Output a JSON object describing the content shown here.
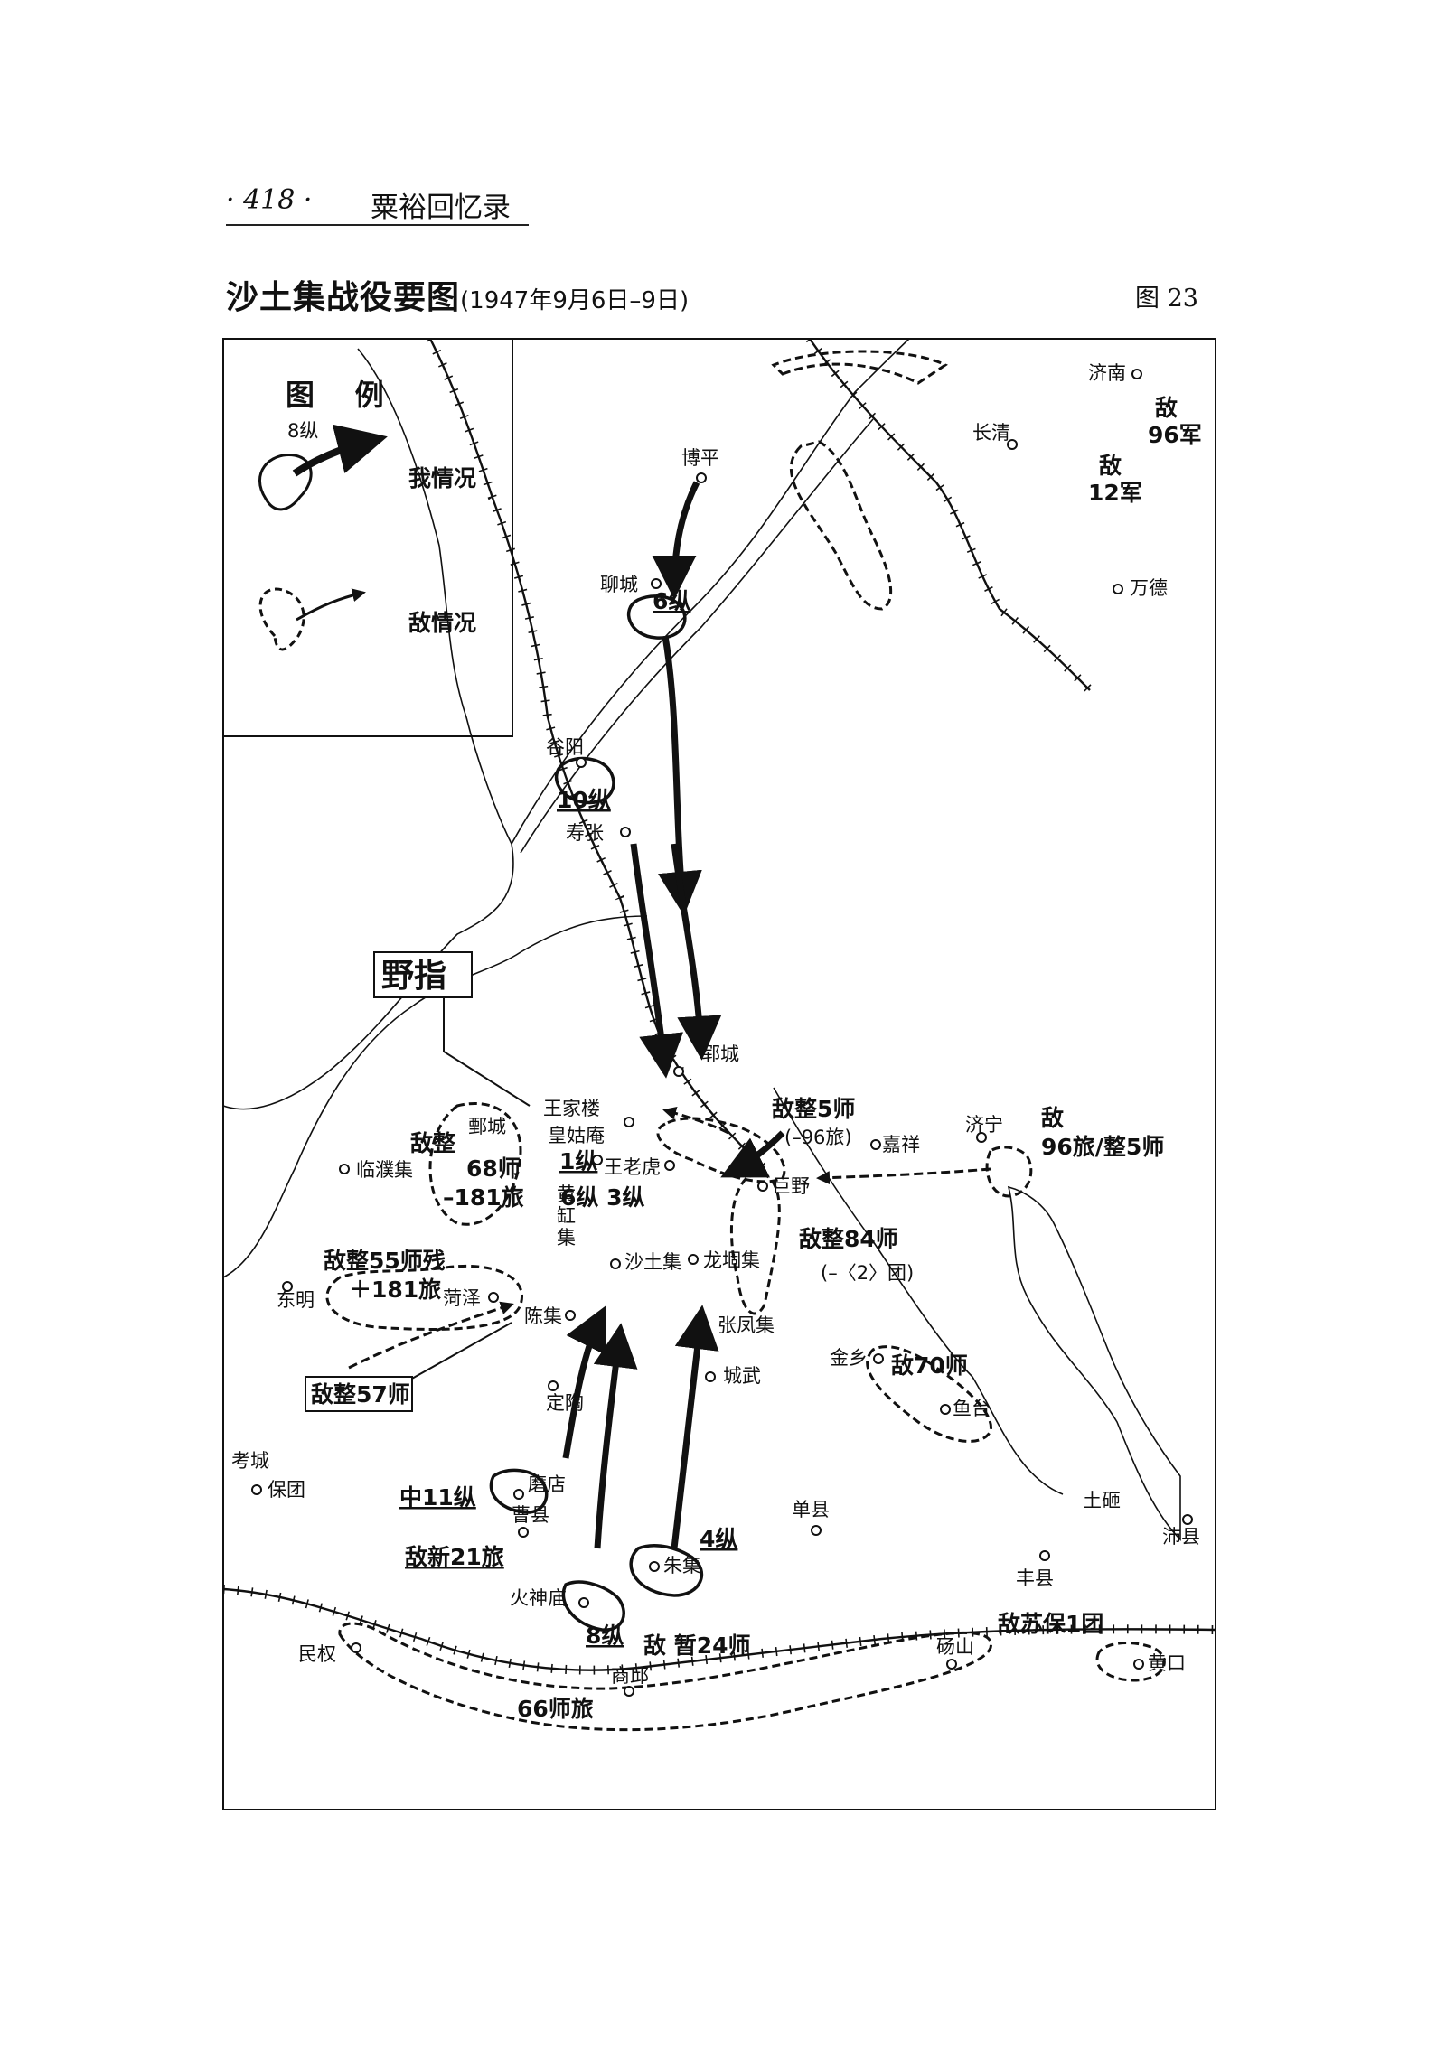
{
  "header": {
    "page_number": "· 418 ·",
    "book_title": "粟裕回忆录"
  },
  "map_title": "沙土集战役要图",
  "map_date": "(1947年9月6日–9日)",
  "figure_label": "图 23",
  "legend": {
    "title": "图    例",
    "friendly_unit": "8纵",
    "friendly_label": "我情况",
    "enemy_label": "敌情况"
  },
  "places": {
    "boping": "博平",
    "liaocheng": "聊城",
    "guyang": "谷阳",
    "shouzhang": "寿张",
    "juancheng_n": "郓城",
    "wangjialou": "王家楼",
    "huanggu": "皇姑庵",
    "wanglaohu": "王老虎",
    "huangzheng": "黄\n缸\n集",
    "shatuji": "沙土集",
    "longgu": "龙堌集",
    "juye": "巨野",
    "jiaxiang": "嘉祥",
    "jining": "济宁",
    "zhangfeng": "张凤集",
    "chenji": "陈集",
    "heze": "菏泽",
    "dongming": "东明",
    "linpu": "临濮集",
    "juancheng_w": "鄄城",
    "dingtao": "定陶",
    "chengwu": "城武",
    "jinxiang": "金乡",
    "yutai": "鱼台",
    "kaocheng": "考城",
    "baotuan": "保团",
    "modian": "磨店",
    "caoxian": "曹县",
    "huoshen": "火神庙",
    "zhuji": "朱集",
    "shanxian": "单县",
    "tushan": "土砸",
    "peixian": "沛县",
    "fengxian": "丰县",
    "minquan": "民权",
    "shangqiu": "商邱",
    "dangshan": "砀山",
    "huangkou": "黄口",
    "jinan": "济南",
    "changqing": "长清",
    "wande": "万德"
  },
  "units": {
    "yezhi": "野指",
    "z6_north": "6纵",
    "z10": "10纵",
    "z1": "1纵",
    "z6_z3": "6纵 3纵",
    "z4": "4纵",
    "z8": "8纵",
    "zhong11": "中11纵",
    "enemy_96jun_1": "敌",
    "enemy_96jun_2": "96军",
    "enemy_12jun_1": "敌",
    "enemy_12jun_2": "12军",
    "enemy_5shi_1": "敌整5师",
    "enemy_5shi_2": "(–96旅)",
    "enemy_96lv_1": "敌",
    "enemy_96lv_2": "96旅/整5师",
    "enemy_84shi_1": "敌整84师",
    "enemy_84shi_2": "(–〈2〉团)",
    "enemy_68shi_1": "敌整",
    "enemy_68shi_2": "68师",
    "enemy_68shi_3": "–181旅",
    "enemy_55shi_1": "敌整55师残",
    "enemy_55shi_2": "＋181旅",
    "enemy_57shi": "敌整57师",
    "enemy_70shi": "敌70师",
    "enemy_xin21": "敌新21旅",
    "enemy_zan24": "敌 暂24师",
    "enemy_66shi": "66师旅",
    "enemy_subao": "敌苏保1团"
  },
  "colors": {
    "ink": "#111111",
    "paper": "#ffffff"
  }
}
